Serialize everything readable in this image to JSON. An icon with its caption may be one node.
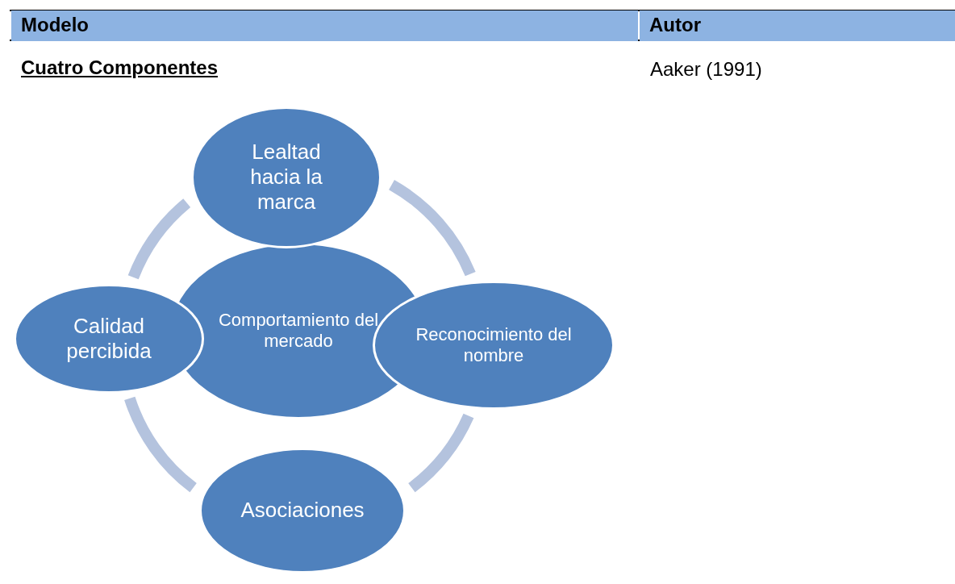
{
  "diagram": {
    "nodes": [
      {
        "text": [
          "Lealtad hacia la marca"
        ]
      },
      {
        "text": [
          "Calidad percibida"
        ]
      },
      {
        "text": [
          "Comportamiento del mercado"
        ]
      },
      {
        "text": [
          "Reconocimiento del nombre"
        ]
      },
      {
        "text": [
          "Asociaciones"
        ]
      }
    ],
    "edges": [
      {
        "from": 0,
        "to": 3,
        "arrow": "none"
      },
      {
        "from": 3,
        "to": 4,
        "arrow": "none"
      },
      {
        "from": 4,
        "to": 1,
        "arrow": "none"
      },
      {
        "from": 1,
        "to": 0,
        "arrow": "none"
      }
    ],
    "labels": [
      "Modelo",
      "Autor",
      "Cuatro Componentes",
      "Aaker (1991)"
    ]
  }
}
